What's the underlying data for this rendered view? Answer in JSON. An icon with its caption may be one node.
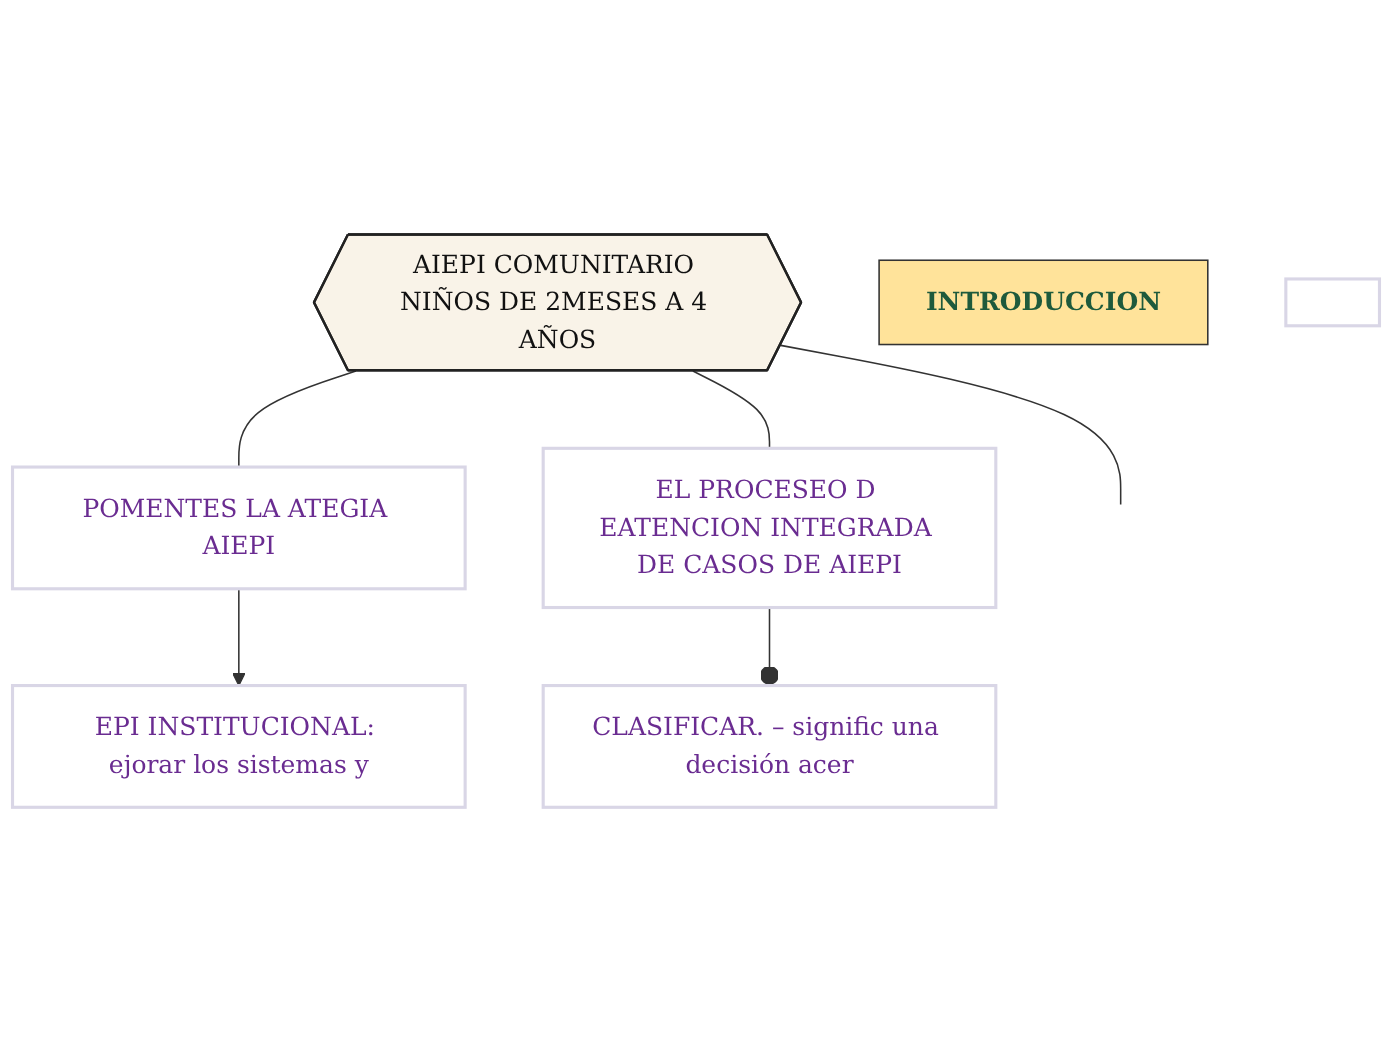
{
  "diagram": {
    "nodes": [
      {
        "text": [
          "AIEPI COMUNITARIO NIÑOS DE 2MESES A 4 AÑOS"
        ]
      },
      {
        "text": [
          "INTRODUCCION"
        ]
      },
      {
        "text": [
          "POMENTES LA ATEGIA AIEPI"
        ]
      },
      {
        "text": [
          "EPI INSTITUCIONAL: ejorar los sistemas y"
        ]
      },
      {
        "text": [
          "EL PROCESEO D EATENCION INTEGRADA DE CASOS DE AIEPI"
        ]
      },
      {
        "text": [
          "CLASIFICAR. – signific una decisión acer"
        ]
      },
      {
        "text": [],
        "shape": "box"
      }
    ],
    "edges": [
      {
        "from": 0,
        "to": 2,
        "arrow": "none"
      },
      {
        "from": 0,
        "to": 4,
        "arrow": "none"
      },
      {
        "from": 0,
        "to": null,
        "arrow": "none"
      },
      {
        "from": 2,
        "to": 3,
        "arrow": "to"
      },
      {
        "from": 4,
        "to": 5,
        "arrow": "other"
      }
    ]
  }
}
